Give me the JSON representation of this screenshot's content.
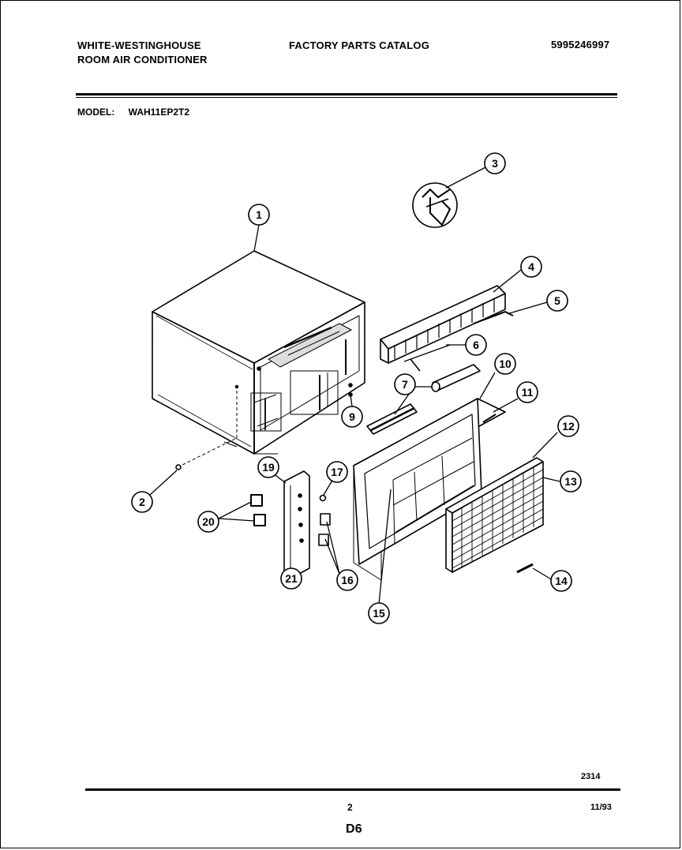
{
  "header": {
    "brand_line1": "WHITE-WESTINGHOUSE",
    "brand_line2": "ROOM AIR CONDITIONER",
    "catalog_title": "FACTORY PARTS CATALOG",
    "catalog_number": "5995246997"
  },
  "model": {
    "label": "MODEL:",
    "value": "WAH11EP2T2"
  },
  "callouts": [
    "1",
    "2",
    "3",
    "4",
    "5",
    "6",
    "7",
    "9",
    "10",
    "11",
    "12",
    "13",
    "14",
    "15",
    "16",
    "17",
    "19",
    "20",
    "21"
  ],
  "footer": {
    "figure_code": "2314",
    "page_number": "2",
    "date": "11/93",
    "section": "D6"
  }
}
